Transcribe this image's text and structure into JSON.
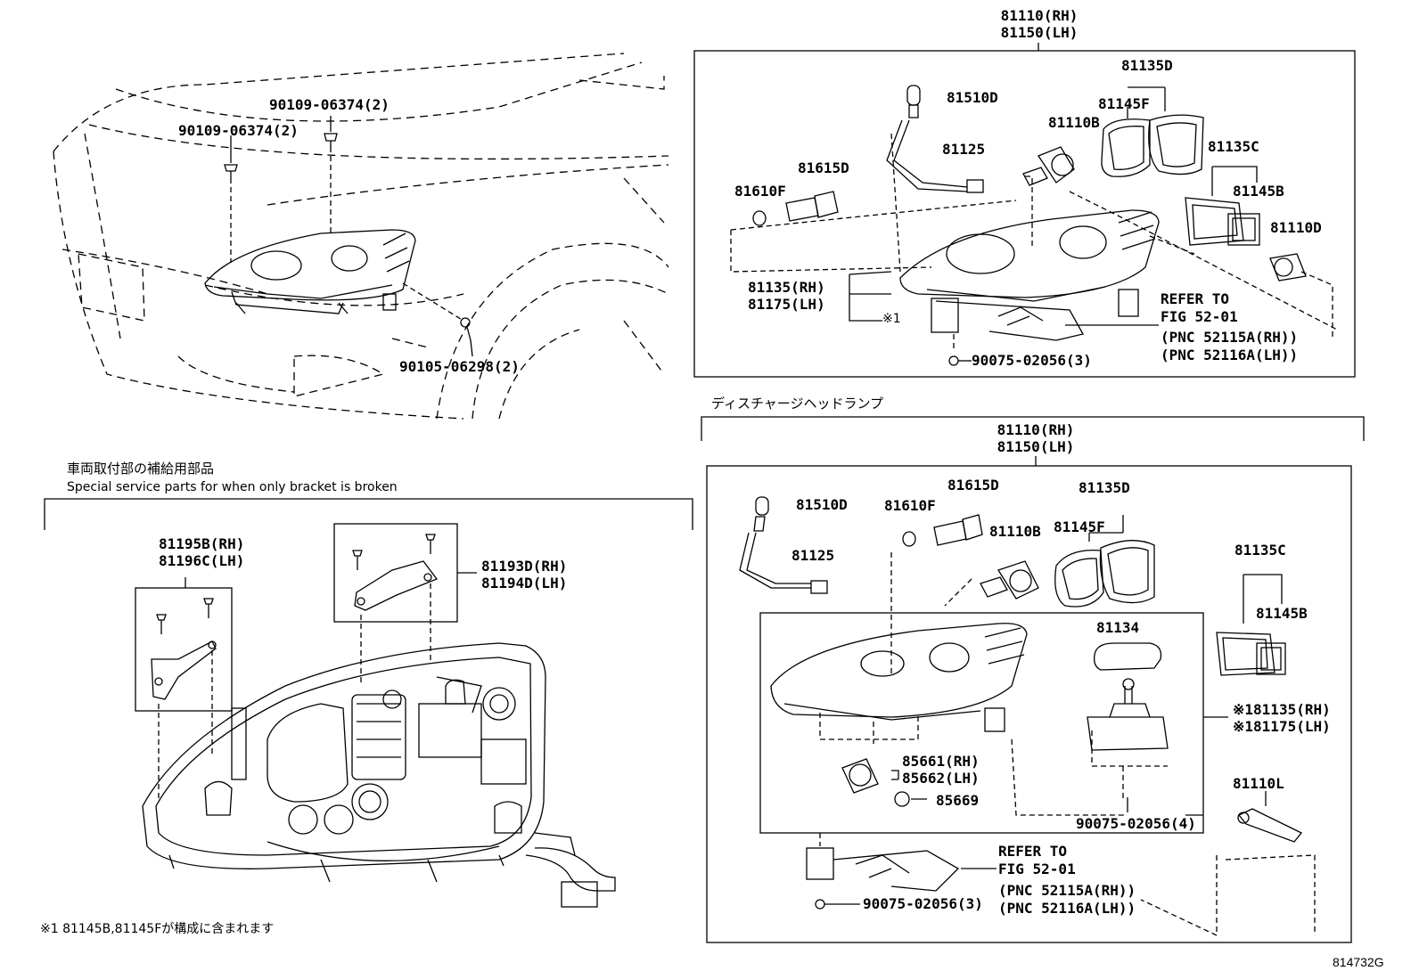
{
  "top_left": {
    "bolt_a": "90109-06374(2)",
    "bolt_b": "90109-06374(2)",
    "screw": "90105-06298(2)"
  },
  "box1": {
    "header_rh": "81110(RH)",
    "header_lh": "81150(LH)",
    "p81510D": "81510D",
    "p81135D": "81135D",
    "p81145F": "81145F",
    "p81110B": "81110B",
    "p81125": "81125",
    "p81615D": "81615D",
    "p81610F": "81610F",
    "p81135C": "81135C",
    "p81145B": "81145B",
    "p81110D": "81110D",
    "housing_rh": "81135(RH)",
    "housing_lh": "81175(LH)",
    "note_mark": "※1",
    "refer_1": "REFER TO",
    "refer_2": "FIG 52-01",
    "refer_3": "(PNC 52115A(RH))",
    "refer_4": "(PNC 52116A(LH))",
    "screw": "90075-02056(3)"
  },
  "discharge": {
    "title_jp": "ディスチャージヘッドランプ",
    "header_rh": "81110(RH)",
    "header_lh": "81150(LH)",
    "p81510D": "81510D",
    "p81615D": "81615D",
    "p81610F": "81610F",
    "p81135D": "81135D",
    "p81110B": "81110B",
    "p81145F": "81145F",
    "p81125": "81125",
    "p81135C": "81135C",
    "p81145B": "81145B",
    "p81134": "81134",
    "housing_rh": "※181135(RH)",
    "housing_lh": "※181175(LH)",
    "p85661": "85661(RH)",
    "p85662": "85662(LH)",
    "p85669": "85669",
    "screw4": "90075-02056(4)",
    "p81110L": "81110L",
    "refer_1": "REFER TO",
    "refer_2": "FIG 52-01",
    "refer_3": "(PNC 52115A(RH))",
    "refer_4": "(PNC 52116A(LH))",
    "screw3": "90075-02056(3)"
  },
  "bracket": {
    "title_jp": "車両取付部の補給用部品",
    "title_en": "Special service parts for when only bracket is broken",
    "left_rh": "81195B(RH)",
    "left_lh": "81196C(LH)",
    "right_rh": "81193D(RH)",
    "right_lh": "81194D(LH)"
  },
  "footnote": "※1 81145B,81145Fが構成に含まれます",
  "figure_id": "814732G"
}
